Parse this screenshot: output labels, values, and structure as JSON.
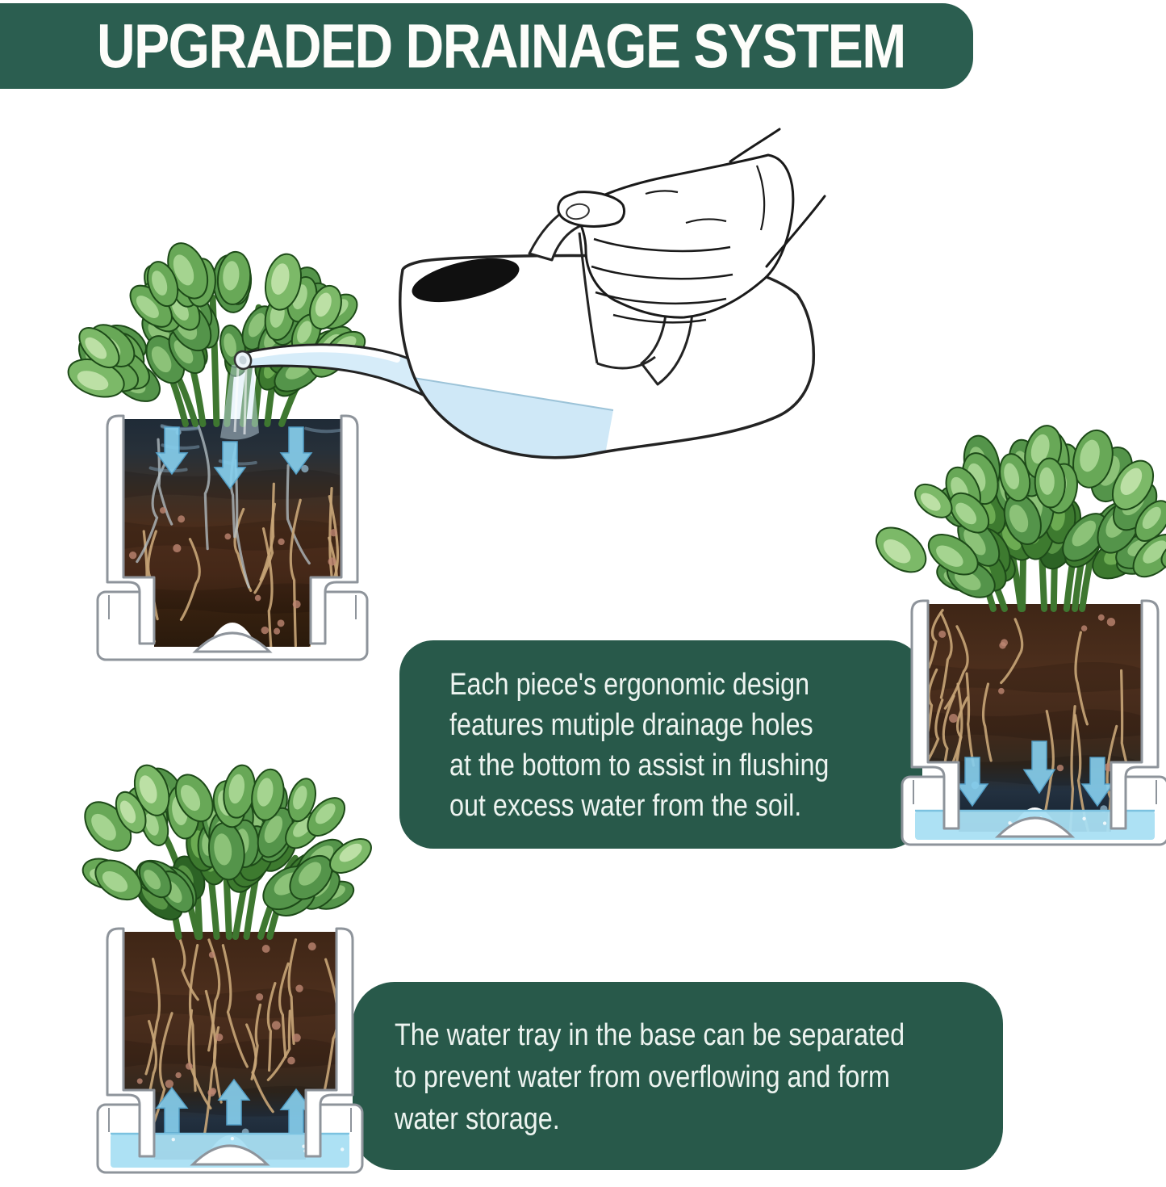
{
  "title_banner": {
    "text": "UPGRADED DRAINAGE SYSTEM"
  },
  "callouts": [
    {
      "id": "drainage-holes",
      "lines": [
        "Each piece's ergonomic design",
        "features mutiple drainage holes",
        "at the bottom to assist in flushing",
        "out excess water from the soil."
      ]
    },
    {
      "id": "water-tray",
      "lines": [
        "The water tray in the base can be separated",
        "to prevent water from overflowing and form",
        "water storage."
      ]
    }
  ],
  "colors": {
    "banner_green": "#2b5e50",
    "callout_green": "#28594a",
    "text_white": "#edf4f0",
    "water_blue": "#a9dff3",
    "arrow_blue": "#86ceec",
    "leaf_green": "#4c8a3a",
    "soil_brown": "#4a2b1a",
    "soil_wet_blue": "#223240",
    "pot_outline": "#8e949b"
  },
  "illustration": {
    "watering_can": {
      "name": "watering-can-with-hand",
      "water_visible": true
    },
    "planters": [
      {
        "id": "planter-top-left",
        "description": "water poured from top, blue arrows point down into soil",
        "tray_water": false
      },
      {
        "id": "planter-right",
        "description": "blue arrows point down at bottom, excess water drains into tray",
        "tray_water": true
      },
      {
        "id": "planter-bottom-left",
        "description": "blue arrows point up from water tray into soil",
        "tray_water": true
      }
    ]
  }
}
